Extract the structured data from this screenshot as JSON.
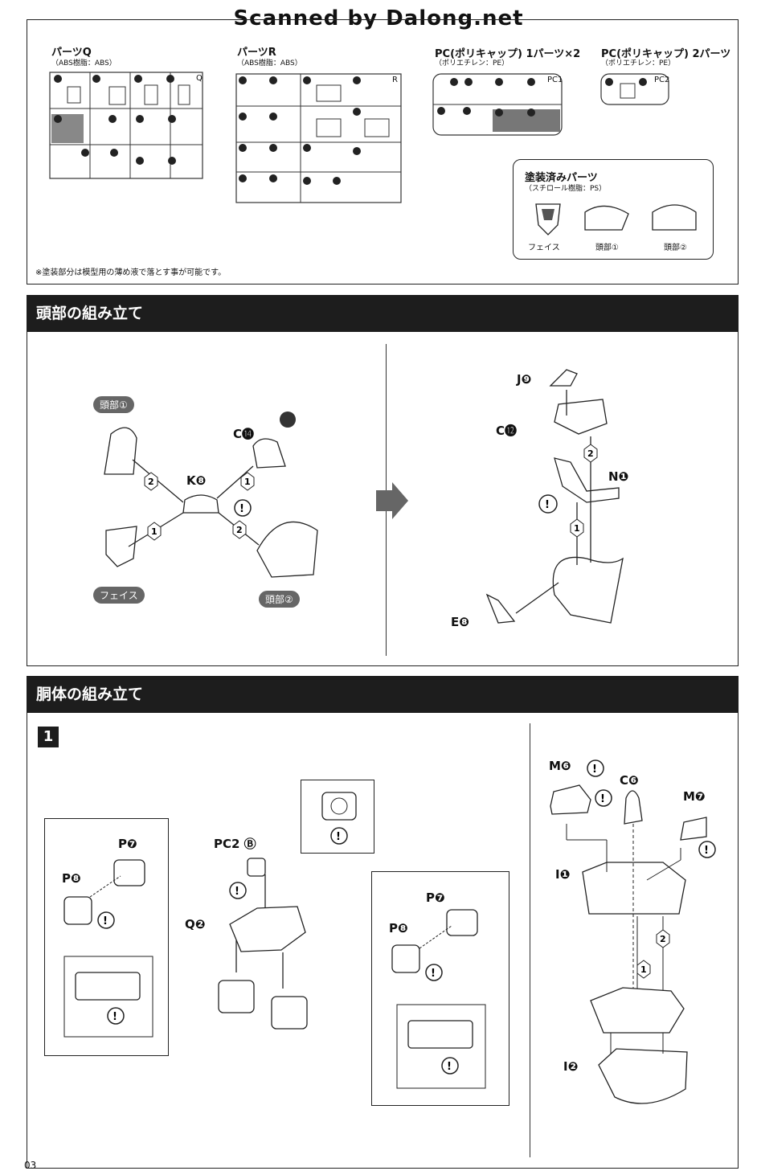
{
  "watermark": "Scanned by Dalong.net",
  "parts_section": {
    "runners": [
      {
        "name": "パーツQ",
        "material": "（ABS樹脂：ABS）",
        "tag": "Q"
      },
      {
        "name": "パーツR",
        "material": "（ABS樹脂：ABS）",
        "tag": "R"
      },
      {
        "name": "PC(ポリキャップ) 1パーツ×2",
        "material": "（ポリエチレン：PE）",
        "tag": "PC1"
      },
      {
        "name": "PC(ポリキャップ) 2パーツ",
        "material": "（ポリエチレン：PE）",
        "tag": "PC2"
      }
    ],
    "painted": {
      "title": "塗装済みパーツ",
      "material": "（スチロール樹脂：PS）",
      "items": [
        "フェイス",
        "頭部①",
        "頭部②"
      ]
    },
    "note": "※塗装部分は模型用の薄め液で落とす事が可能です。"
  },
  "head_section": {
    "title": "頭部の組み立て",
    "left": {
      "labels": {
        "head1": "頭部①",
        "face": "フェイス",
        "head2": "頭部②",
        "k": "K❽",
        "c": "C⓮"
      },
      "steps": [
        "1",
        "2",
        "1",
        "2"
      ]
    },
    "right": {
      "labels": {
        "j": "J❾",
        "c": "C⓬",
        "n": "N❶",
        "e": "E❽"
      },
      "steps": [
        "2",
        "1"
      ]
    }
  },
  "torso_section": {
    "title": "胴体の組み立て",
    "step": "1",
    "labels": {
      "p7a": "P❼",
      "p8a": "P❽",
      "pc2b": "PC2 Ⓑ",
      "q2": "Q❷",
      "p7b": "P❼",
      "p8b": "P❽",
      "m6": "M❻",
      "c6": "C❻",
      "m7": "M❼",
      "i1": "I❶",
      "i2": "I❷"
    },
    "steps": [
      "2",
      "1"
    ]
  },
  "page_number": "03"
}
